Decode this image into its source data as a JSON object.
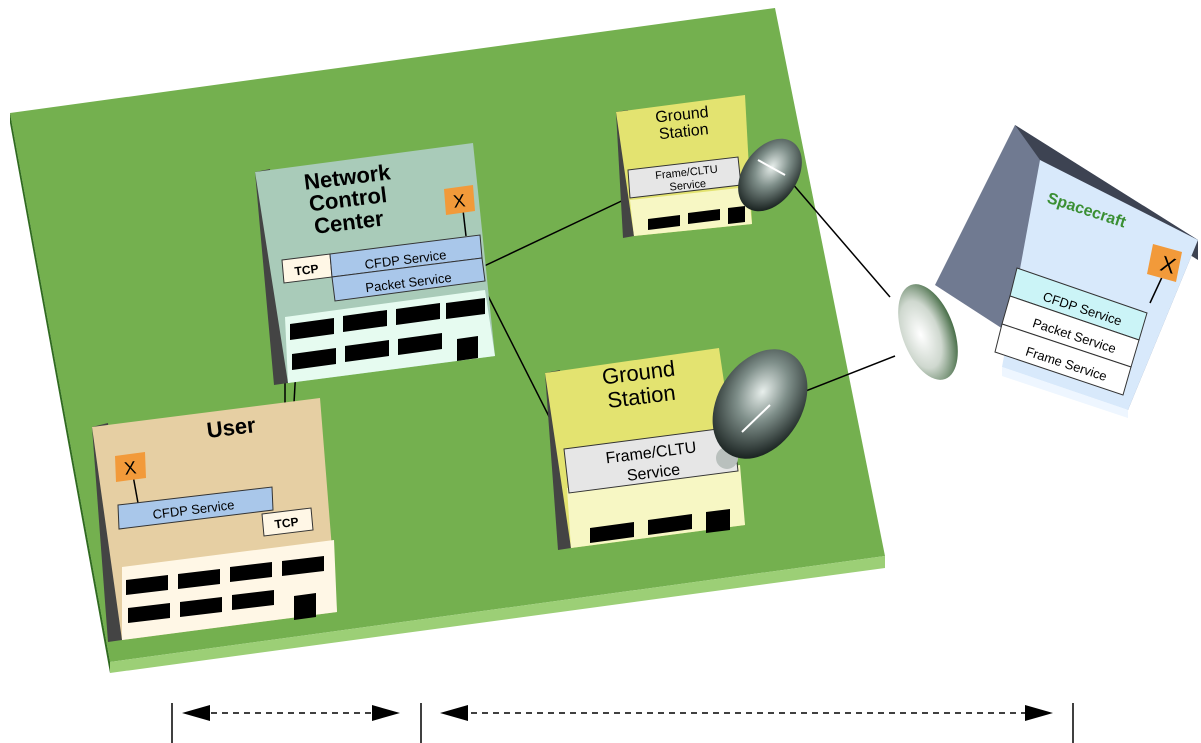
{
  "nodes": {
    "user": {
      "title": "User",
      "agent_marker": "X",
      "cfdp_label": "CFDP Service",
      "tcp_label": "TCP"
    },
    "ncc": {
      "title_lines": [
        "Network",
        "Control",
        "Center"
      ],
      "agent_marker": "X",
      "cfdp_label": "CFDP Service",
      "packet_label": "Packet Service",
      "tcp_label": "TCP"
    },
    "gs_top": {
      "title_lines": [
        "Ground",
        "Station"
      ],
      "service_lines": [
        "Frame/CLTU",
        "Service"
      ]
    },
    "gs_bottom": {
      "title_lines": [
        "Ground",
        "Station"
      ],
      "service_lines": [
        "Frame/CLTU",
        "Service"
      ]
    },
    "spacecraft": {
      "title": "Spacecraft",
      "agent_marker": "X",
      "services": [
        "CFDP Service",
        "Packet Service",
        "Frame Service"
      ]
    }
  },
  "colors": {
    "ground_plane": "#74b04f",
    "ground_plane_edge": "#2f6a1f",
    "user_building": "#e6cfa3",
    "ncc_building": "#a9cbb9",
    "gs_building": "#e3e370",
    "service_blue": "#a9c7ea",
    "spacecraft_face": "#d8e9fb",
    "spacecraft_title": "#3a8f33",
    "agent_orange": "#f29a3a"
  }
}
